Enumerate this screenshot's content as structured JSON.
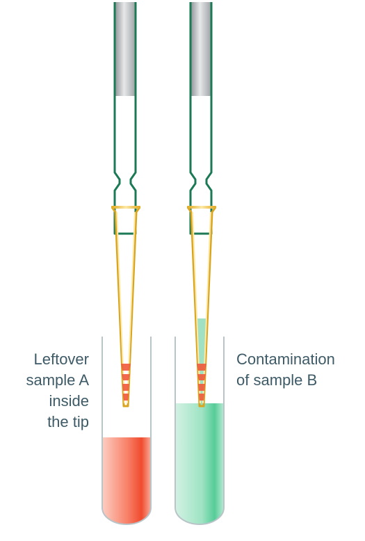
{
  "labels": {
    "left": [
      "Leftover",
      "sample A",
      "inside",
      "the tip"
    ],
    "right": [
      "Contamination",
      "of sample B"
    ]
  },
  "colors": {
    "text": "#3d5a66",
    "pipette_outline": "#1b7a55",
    "plunger_gray": "#b9bcbe",
    "tip_outline": "#d9a520",
    "tip_fill": "#fbeec0",
    "tube_outline": "#b8c4c8",
    "sample_a": "#f05a3c",
    "sample_b": "#5fcf9e"
  }
}
